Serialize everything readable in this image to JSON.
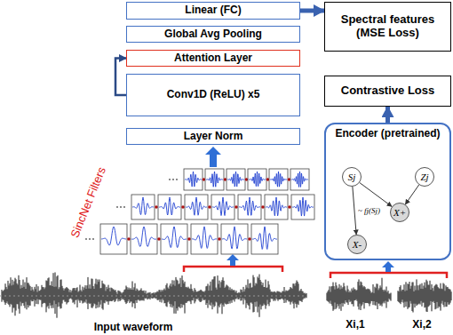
{
  "diagram": {
    "nodes": [
      {
        "text": [
          "Linear (FC)"
        ]
      },
      {
        "text": [
          "Spectral features (MSE Loss)"
        ]
      },
      {
        "text": [
          "Global Avg Pooling"
        ]
      },
      {
        "text": [
          "Attention Layer"
        ]
      },
      {
        "text": [
          "Conv1D (ReLU) x5"
        ]
      },
      {
        "text": [
          "Contrastive Loss"
        ]
      },
      {
        "text": [
          "Layer Norm"
        ]
      },
      {
        "text": [
          "Encoder (pretrained)"
        ]
      },
      {
        "text": [
          "Sj"
        ],
        "in": 7
      },
      {
        "text": [
          "Zj"
        ],
        "in": 7
      },
      {
        "text": [
          "X+"
        ],
        "in": 7
      },
      {
        "text": [
          "X-"
        ],
        "in": 7
      }
    ],
    "edges": [
      {
        "from": 0,
        "to": 1,
        "arrow": "to"
      },
      {
        "from": 4,
        "to": 3,
        "arrow": "to"
      },
      {
        "from": 7,
        "to": 5,
        "arrow": "to"
      },
      {
        "from": 8,
        "to": 10,
        "arrow": "to"
      },
      {
        "from": 9,
        "to": 10,
        "arrow": "to"
      },
      {
        "from": 8,
        "to": 11,
        "label": "~ fj(Sj)",
        "arrow": "to"
      }
    ],
    "labels": [
      "SincNet Filters",
      "Input waveform",
      "Xi,1",
      "Xi,2"
    ]
  }
}
